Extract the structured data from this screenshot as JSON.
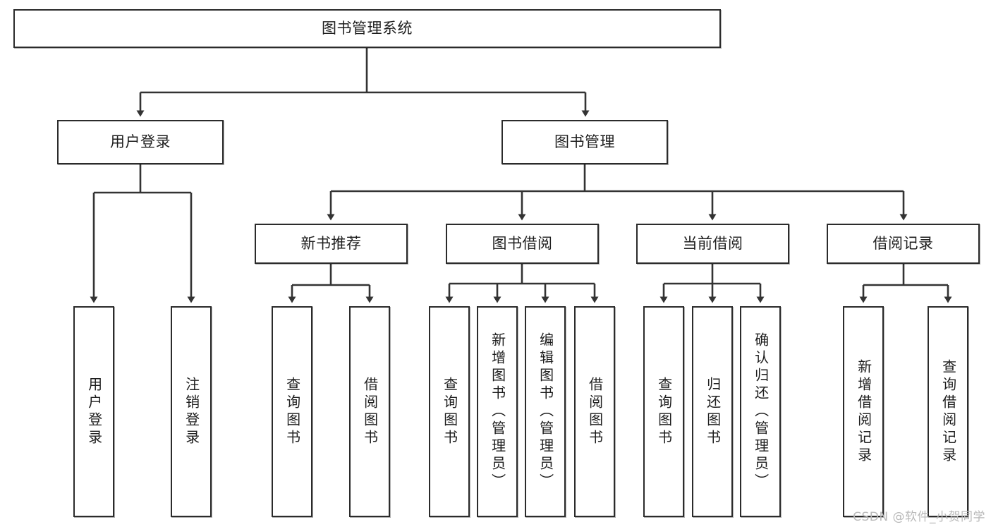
{
  "diagram": {
    "type": "tree-hierarchy",
    "root": {
      "id": "root",
      "label": "图书管理系统",
      "orientation": "horizontal"
    },
    "level2": [
      {
        "id": "user-login",
        "label": "用户登录",
        "orientation": "horizontal"
      },
      {
        "id": "book-manage",
        "label": "图书管理",
        "orientation": "horizontal"
      }
    ],
    "level3": [
      {
        "id": "new-book-rec",
        "label": "新书推荐",
        "orientation": "horizontal",
        "parent": "book-manage"
      },
      {
        "id": "book-borrow",
        "label": "图书借阅",
        "orientation": "horizontal",
        "parent": "book-manage"
      },
      {
        "id": "current-borrow",
        "label": "当前借阅",
        "orientation": "horizontal",
        "parent": "book-manage"
      },
      {
        "id": "borrow-record",
        "label": "借阅记录",
        "orientation": "horizontal",
        "parent": "book-manage"
      }
    ],
    "leaves": [
      {
        "id": "leaf-user-login",
        "label": "用户登录",
        "orientation": "vertical",
        "parent": "user-login"
      },
      {
        "id": "leaf-logout",
        "label": "注销登录",
        "orientation": "vertical",
        "parent": "user-login"
      },
      {
        "id": "leaf-query-book-1",
        "label": "查询图书",
        "orientation": "vertical",
        "parent": "new-book-rec"
      },
      {
        "id": "leaf-borrow-book-1",
        "label": "借阅图书",
        "orientation": "vertical",
        "parent": "new-book-rec"
      },
      {
        "id": "leaf-query-book-2",
        "label": "查询图书",
        "orientation": "vertical",
        "parent": "book-borrow"
      },
      {
        "id": "leaf-add-book",
        "label": "新增图书（管理员）",
        "orientation": "vertical",
        "parent": "book-borrow"
      },
      {
        "id": "leaf-edit-book",
        "label": "编辑图书（管理员）",
        "orientation": "vertical",
        "parent": "book-borrow"
      },
      {
        "id": "leaf-borrow-book-2",
        "label": "借阅图书",
        "orientation": "vertical",
        "parent": "book-borrow"
      },
      {
        "id": "leaf-query-book-3",
        "label": "查询图书",
        "orientation": "vertical",
        "parent": "current-borrow"
      },
      {
        "id": "leaf-return-book",
        "label": "归还图书",
        "orientation": "vertical",
        "parent": "current-borrow"
      },
      {
        "id": "leaf-confirm-return",
        "label": "确认归还（管理员）",
        "orientation": "vertical",
        "parent": "current-borrow"
      },
      {
        "id": "leaf-add-record",
        "label": "新增借阅记录",
        "orientation": "vertical",
        "parent": "borrow-record"
      },
      {
        "id": "leaf-query-record",
        "label": "查询借阅记录",
        "orientation": "vertical",
        "parent": "borrow-record"
      }
    ]
  },
  "watermark": {
    "text": "CSDN @软件_小贺同学"
  },
  "colors": {
    "box_border": "#2b2b2b",
    "box_fill": "#ffffff",
    "connector": "#333333",
    "text": "#1e1e1e",
    "watermark": "#b9b9b9",
    "background": "#ffffff"
  }
}
